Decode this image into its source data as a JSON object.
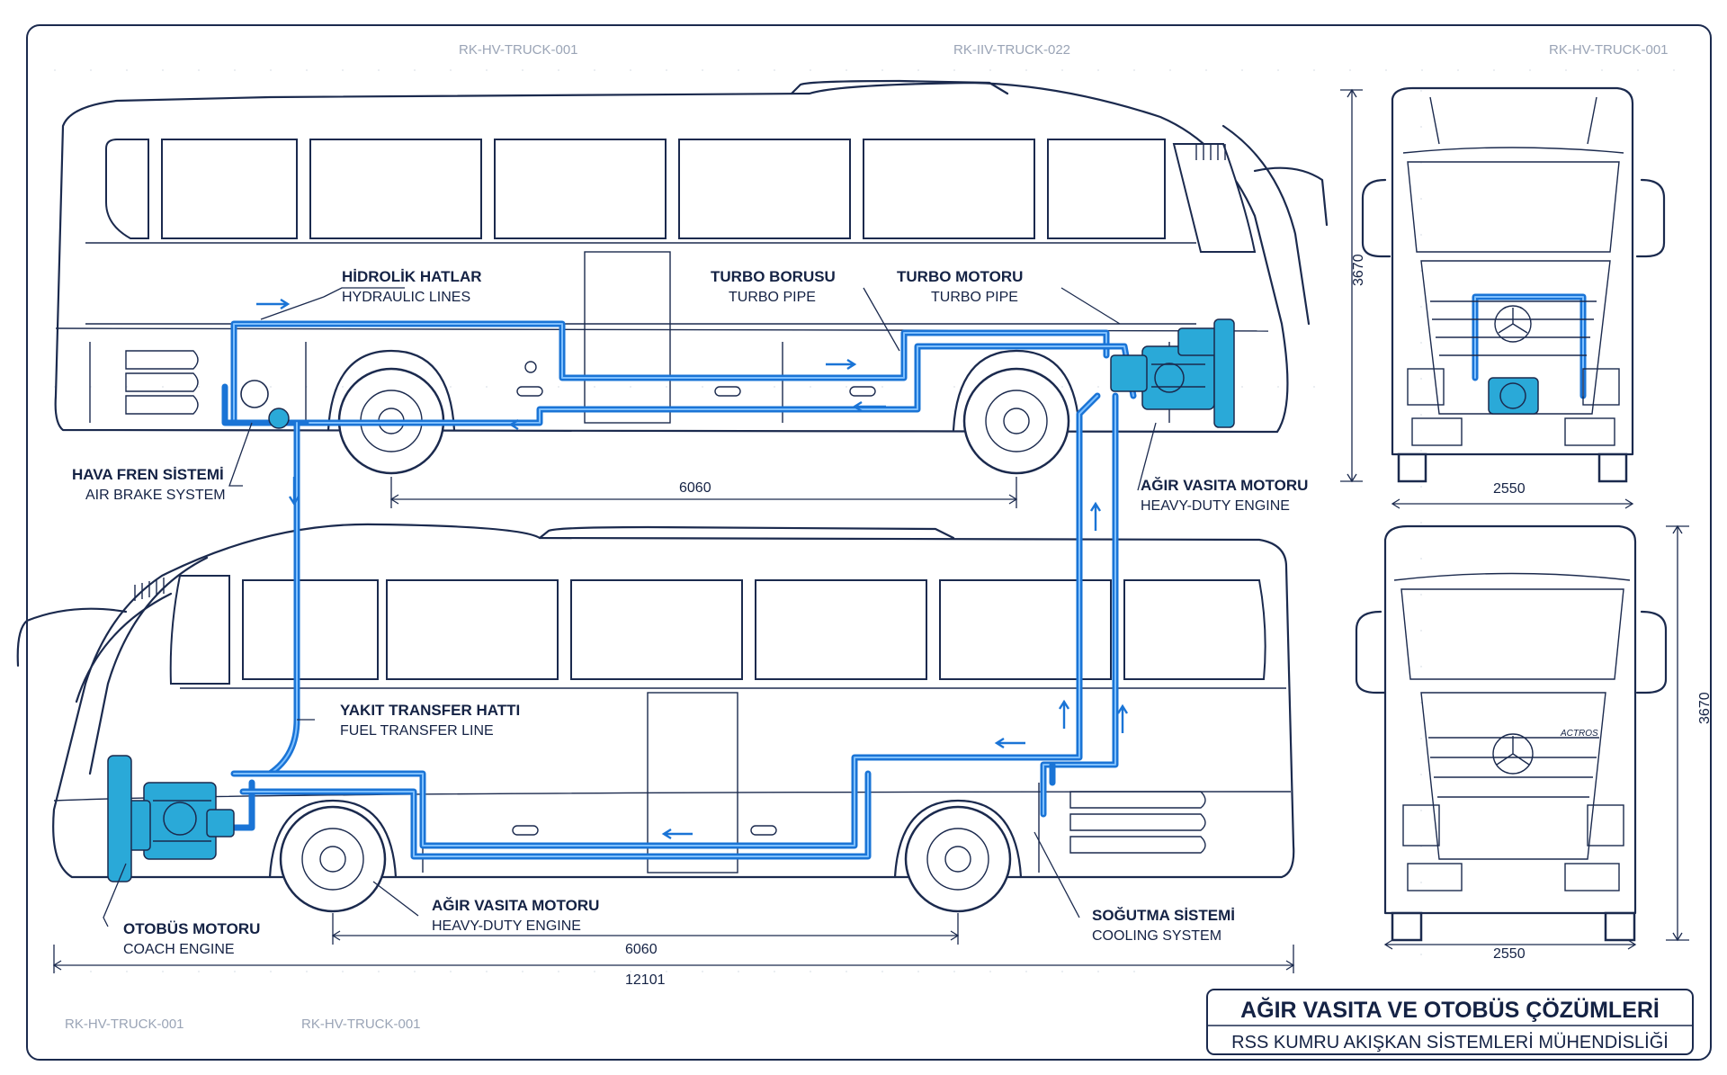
{
  "refs": {
    "top_left": "RK-HV-TRUCK-001",
    "top_center": "RK-IIV-TRUCK-022",
    "top_right": "RK-HV-TRUCK-001",
    "bottom_left_1": "RK-HV-TRUCK-001",
    "bottom_left_2": "RK-HV-TRUCK-001"
  },
  "labels": {
    "hydraulic": {
      "tr": "HİDROLİK HATLAR",
      "en": "HYDRAULIC LINES"
    },
    "turbo_pipe": {
      "tr": "TURBO BORUSU",
      "en": "TURBO PIPE"
    },
    "turbo_engine": {
      "tr": "TURBO MOTORU",
      "en": "TURBO PIPE"
    },
    "air_brake": {
      "tr": "HAVA FREN SİSTEMİ",
      "en": "AIR BRAKE SYSTEM"
    },
    "heavy_engine_top": {
      "tr": "AĞIR VASITA MOTORU",
      "en": "HEAVY-DUTY ENGINE"
    },
    "fuel_transfer": {
      "tr": "YAKIT TRANSFER HATTI",
      "en": "FUEL TRANSFER LINE"
    },
    "heavy_engine_bottom": {
      "tr": "AĞIR VASITA MOTORU",
      "en": "HEAVY-DUTY ENGINE"
    },
    "coach_engine": {
      "tr": "OTOBÜS MOTORU",
      "en": "COACH ENGINE"
    },
    "cooling": {
      "tr": "SOĞUTMA SİSTEMİ",
      "en": "COOLING SYSTEM"
    }
  },
  "dimensions": {
    "wheelbase_top": "6060",
    "wheelbase_bottom": "6060",
    "overall_length": "12101",
    "truck_height_top": "3670",
    "truck_width_top": "2550",
    "truck_height_bottom": "3670",
    "truck_width_bottom": "2550"
  },
  "truck_badge": "ACTROS",
  "title_block": {
    "title": "AĞIR VASITA VE OTOBÜS ÇÖZÜMLERİ",
    "subtitle": "RSS KUMRU AKIŞKAN SİSTEMLERİ MÜHENDİSLİĞİ"
  },
  "colors": {
    "outline": "#1b2a4e",
    "pipe": "#1a74d6",
    "engine": "#2aa9d8",
    "background": "#ffffff"
  }
}
